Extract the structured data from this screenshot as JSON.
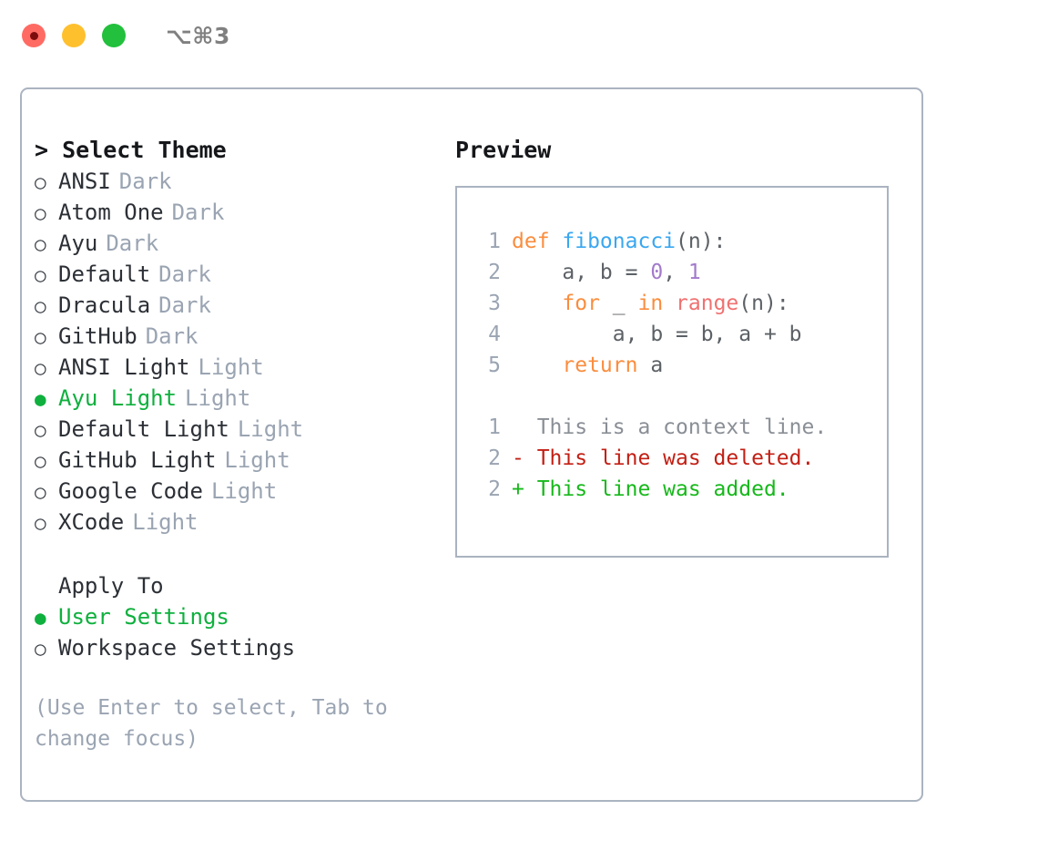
{
  "titlebar": {
    "shortcut": "⌥⌘3",
    "buttons": [
      {
        "name": "close",
        "color": "#ff6b63"
      },
      {
        "name": "minimize",
        "color": "#ffc02e"
      },
      {
        "name": "zoom",
        "color": "#22c03c"
      }
    ]
  },
  "theme_selector": {
    "heading": "> Select Theme",
    "marker_selected": "●",
    "marker_unselected": "○",
    "accent_color": "#0fb03e",
    "muted_color": "#9aa4b2",
    "options": [
      {
        "name": "ANSI",
        "kind": "Dark",
        "selected": false
      },
      {
        "name": "Atom One",
        "kind": "Dark",
        "selected": false
      },
      {
        "name": "Ayu",
        "kind": "Dark",
        "selected": false
      },
      {
        "name": "Default",
        "kind": "Dark",
        "selected": false
      },
      {
        "name": "Dracula",
        "kind": "Dark",
        "selected": false
      },
      {
        "name": "GitHub",
        "kind": "Dark",
        "selected": false
      },
      {
        "name": "ANSI Light",
        "kind": "Light",
        "selected": false
      },
      {
        "name": "Ayu Light",
        "kind": "Light",
        "selected": true
      },
      {
        "name": "Default Light",
        "kind": "Light",
        "selected": false
      },
      {
        "name": "GitHub Light",
        "kind": "Light",
        "selected": false
      },
      {
        "name": "Google Code",
        "kind": "Light",
        "selected": false
      },
      {
        "name": "XCode",
        "kind": "Light",
        "selected": false
      }
    ]
  },
  "apply_to": {
    "heading": "Apply To",
    "options": [
      {
        "name": "User Settings",
        "selected": true
      },
      {
        "name": "Workspace Settings",
        "selected": false
      }
    ]
  },
  "hint": "(Use Enter to select, Tab to change focus)",
  "preview": {
    "title": "Preview",
    "code_lines": [
      {
        "number": "1",
        "tokens": [
          {
            "text": "def ",
            "type": "kw"
          },
          {
            "text": "fibonacci",
            "type": "fn"
          },
          {
            "text": "(n):",
            "type": "plain"
          }
        ]
      },
      {
        "number": "2",
        "tokens": [
          {
            "text": "    a, b = ",
            "type": "plain"
          },
          {
            "text": "0",
            "type": "num"
          },
          {
            "text": ", ",
            "type": "plain"
          },
          {
            "text": "1",
            "type": "num"
          }
        ]
      },
      {
        "number": "3",
        "tokens": [
          {
            "text": "    ",
            "type": "plain"
          },
          {
            "text": "for",
            "type": "kw"
          },
          {
            "text": " _ ",
            "type": "plain"
          },
          {
            "text": "in",
            "type": "kw"
          },
          {
            "text": " ",
            "type": "plain"
          },
          {
            "text": "range",
            "type": "btin"
          },
          {
            "text": "(n):",
            "type": "plain"
          }
        ]
      },
      {
        "number": "4",
        "tokens": [
          {
            "text": "        a, b = b, a + b",
            "type": "plain"
          }
        ]
      },
      {
        "number": "5",
        "tokens": [
          {
            "text": "    ",
            "type": "plain"
          },
          {
            "text": "return",
            "type": "kw"
          },
          {
            "text": " a",
            "type": "plain"
          }
        ]
      }
    ],
    "diff_lines": [
      {
        "number": "1",
        "marker": " ",
        "text": " This is a context line.",
        "type": "ctx"
      },
      {
        "number": "2",
        "marker": "-",
        "text": " This line was deleted.",
        "type": "del"
      },
      {
        "number": "2",
        "marker": "+",
        "text": " This line was added.",
        "type": "add"
      }
    ]
  }
}
